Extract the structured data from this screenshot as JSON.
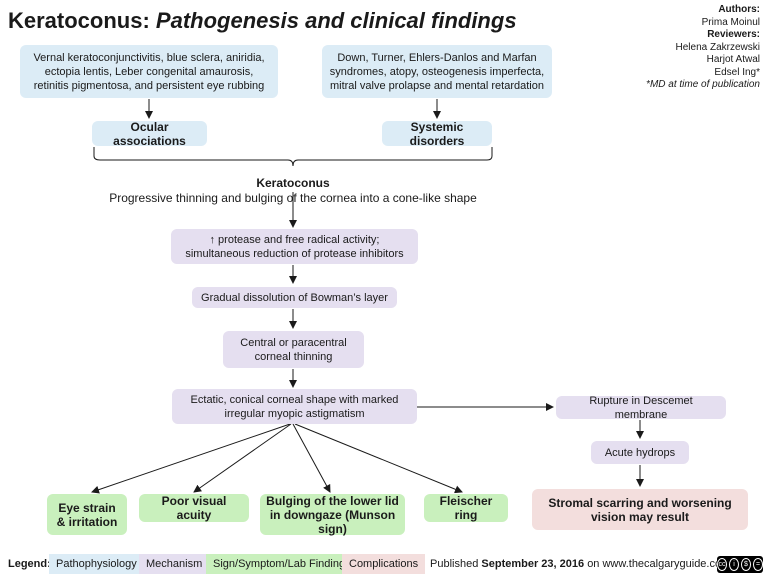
{
  "header": {
    "title_main": "Keratoconus:",
    "title_sub": "Pathogenesis and clinical findings"
  },
  "credits": {
    "authors_label": "Authors:",
    "author": "Prima Moinul",
    "reviewers_label": "Reviewers:",
    "reviewers": [
      "Helena Zakrzewski",
      "Harjot Atwal",
      "Edsel Ing*"
    ],
    "note": "*MD at time of publication"
  },
  "nodes": {
    "ocular_list": "Vernal keratoconjunctivitis, blue sclera, aniridia, ectopia lentis, Leber congenital amaurosis, retinitis pigmentosa, and persistent eye rubbing",
    "systemic_list": "Down, Turner, Ehlers-Danlos and Marfan syndromes, atopy, osteogenesis imperfecta, mitral valve prolapse and mental retardation",
    "ocular_assoc": "Ocular associations",
    "systemic_disorders": "Systemic disorders",
    "keratoconus_title": "Keratoconus",
    "keratoconus_def": "Progressive thinning and bulging of the cornea into a cone-like shape",
    "protease": "↑ protease and free radical activity; simultaneous reduction of protease inhibitors",
    "bowman": "Gradual dissolution of Bowman’s layer",
    "central": "Central or paracentral corneal thinning",
    "ectatic": "Ectatic, conical corneal shape with marked irregular myopic astigmatism",
    "rupture": "Rupture in Descemet membrane",
    "hydrops": "Acute hydrops",
    "stromal": "Stromal scarring and worsening vision may result",
    "eye_strain": "Eye strain & irritation",
    "poor_visual": "Poor visual acuity",
    "bulging": "Bulging of the lower lid in downgaze (Munson sign)",
    "fleischer": "Fleischer ring"
  },
  "legend": {
    "label": "Legend:",
    "items": [
      "Pathophysiology",
      "Mechanism",
      "Sign/Symptom/Lab Finding",
      "Complications"
    ],
    "published_prefix": "Published",
    "published_date": "September 23, 2016",
    "published_suffix": "on www.thecalgaryguide.com"
  },
  "colors": {
    "pathophysiology": "#dcecf6",
    "mechanism": "#e5dff0",
    "sign": "#c9f0bd",
    "complications": "#f3dedd"
  }
}
